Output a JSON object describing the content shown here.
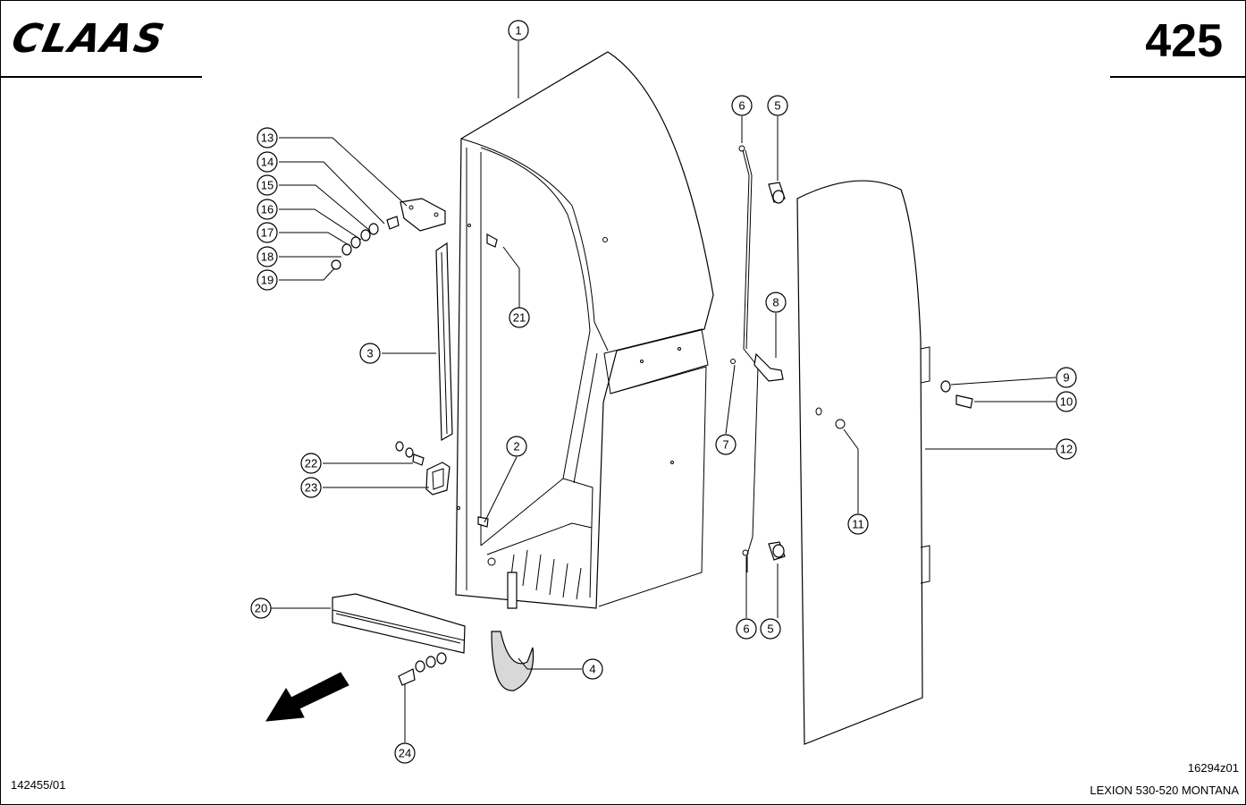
{
  "header": {
    "logo_text": "CLAAS",
    "page_number": "425"
  },
  "footer": {
    "doc_id": "142455/01",
    "drawing_id": "16294z01",
    "model": "LEXION 530-520 MONTANA"
  },
  "callouts": {
    "c1": "1",
    "c2": "2",
    "c3": "3",
    "c4": "4",
    "c5a": "5",
    "c5b": "5",
    "c6a": "6",
    "c6b": "6",
    "c7": "7",
    "c8": "8",
    "c9": "9",
    "c10": "10",
    "c11": "11",
    "c12": "12",
    "c13": "13",
    "c14": "14",
    "c15": "15",
    "c16": "16",
    "c17": "17",
    "c18": "18",
    "c19": "19",
    "c20": "20",
    "c21": "21",
    "c22": "22",
    "c23": "23",
    "c24": "24"
  },
  "colors": {
    "line": "#000000",
    "background": "#ffffff",
    "strap_fill": "#d8d8d8"
  }
}
